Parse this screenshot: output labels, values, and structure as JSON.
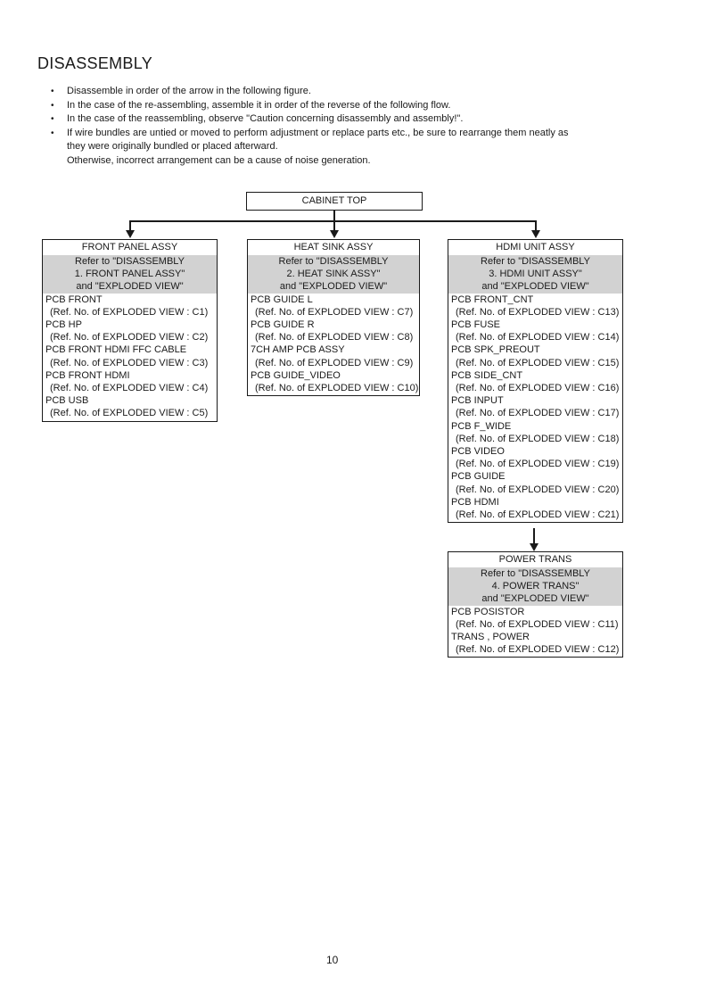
{
  "header": {
    "title": "DISASSEMBLY"
  },
  "notes": [
    {
      "lines": [
        "Disassemble in order of the arrow in the following figure."
      ]
    },
    {
      "lines": [
        "In the case of the re-assembling, assemble it in order of the reverse of the following flow."
      ]
    },
    {
      "lines": [
        "In the case of the reassembling, observe \"Caution concerning disassembly and assembly!\"."
      ]
    },
    {
      "lines": [
        "If wire bundles are untied or moved to perform adjustment or replace parts etc., be sure to rearrange them neatly as",
        "they were originally bundled or placed afterward.",
        "Otherwise, incorrect arrangement can be a cause of noise generation."
      ]
    }
  ],
  "flow": {
    "root": {
      "title": "CABINET TOP"
    },
    "boxes": [
      {
        "title": "FRONT PANEL ASSY",
        "refer": [
          "Refer to \"DISASSEMBLY",
          "1. FRONT PANEL ASSY\"",
          "and \"EXPLODED VIEW\""
        ],
        "items": [
          {
            "name": "PCB FRONT",
            "ref": "(Ref. No. of EXPLODED VIEW : C1)"
          },
          {
            "name": "PCB HP",
            "ref": "(Ref. No. of EXPLODED VIEW : C2)"
          },
          {
            "name": "PCB FRONT HDMI FFC CABLE",
            "ref": "(Ref. No. of EXPLODED VIEW : C3)"
          },
          {
            "name": "PCB FRONT HDMI",
            "ref": "(Ref. No. of EXPLODED VIEW : C4)"
          },
          {
            "name": "PCB USB",
            "ref": "(Ref. No. of EXPLODED VIEW : C5)"
          }
        ]
      },
      {
        "title": "HEAT SINK ASSY",
        "refer": [
          "Refer to \"DISASSEMBLY",
          "2. HEAT SINK ASSY\"",
          "and \"EXPLODED VIEW\""
        ],
        "items": [
          {
            "name": "PCB GUIDE L",
            "ref": "(Ref. No. of EXPLODED VIEW : C7)"
          },
          {
            "name": "PCB GUIDE R",
            "ref": "(Ref. No. of EXPLODED VIEW : C8)"
          },
          {
            "name": "7CH AMP PCB ASSY",
            "ref": "(Ref. No. of EXPLODED VIEW : C9)"
          },
          {
            "name": "PCB GUIDE_VIDEO",
            "ref": "(Ref. No. of EXPLODED VIEW : C10)"
          }
        ]
      },
      {
        "title": "HDMI UNIT ASSY",
        "refer": [
          "Refer to \"DISASSEMBLY",
          "3. HDMI UNIT ASSY\"",
          "and \"EXPLODED VIEW\""
        ],
        "items": [
          {
            "name": "PCB FRONT_CNT",
            "ref": "(Ref. No. of EXPLODED VIEW : C13)"
          },
          {
            "name": "PCB FUSE",
            "ref": "(Ref. No. of EXPLODED VIEW : C14)"
          },
          {
            "name": "PCB SPK_PREOUT",
            "ref": "(Ref. No. of EXPLODED VIEW : C15)"
          },
          {
            "name": "PCB SIDE_CNT",
            "ref": "(Ref. No. of EXPLODED VIEW : C16)"
          },
          {
            "name": "PCB INPUT",
            "ref": "(Ref. No. of EXPLODED VIEW : C17)"
          },
          {
            "name": "PCB F_WIDE",
            "ref": "(Ref. No. of EXPLODED VIEW : C18)"
          },
          {
            "name": "PCB VIDEO",
            "ref": "(Ref. No. of EXPLODED VIEW : C19)"
          },
          {
            "name": "PCB GUIDE",
            "ref": "(Ref. No. of EXPLODED VIEW : C20)"
          },
          {
            "name": "PCB HDMI",
            "ref": "(Ref. No. of EXPLODED VIEW : C21)"
          }
        ]
      },
      {
        "title": "POWER TRANS",
        "refer": [
          "Refer to \"DISASSEMBLY",
          "4. POWER TRANS\"",
          "and \"EXPLODED VIEW\""
        ],
        "items": [
          {
            "name": "PCB POSISTOR",
            "ref": "(Ref. No. of EXPLODED VIEW : C11)"
          },
          {
            "name": "TRANS , POWER",
            "ref": "(Ref. No. of EXPLODED VIEW : C12)"
          }
        ]
      }
    ]
  },
  "footer": {
    "page_number": "10"
  },
  "colors": {
    "shaded_band": "#d2d2d2",
    "ink": "#1a1a1a"
  }
}
